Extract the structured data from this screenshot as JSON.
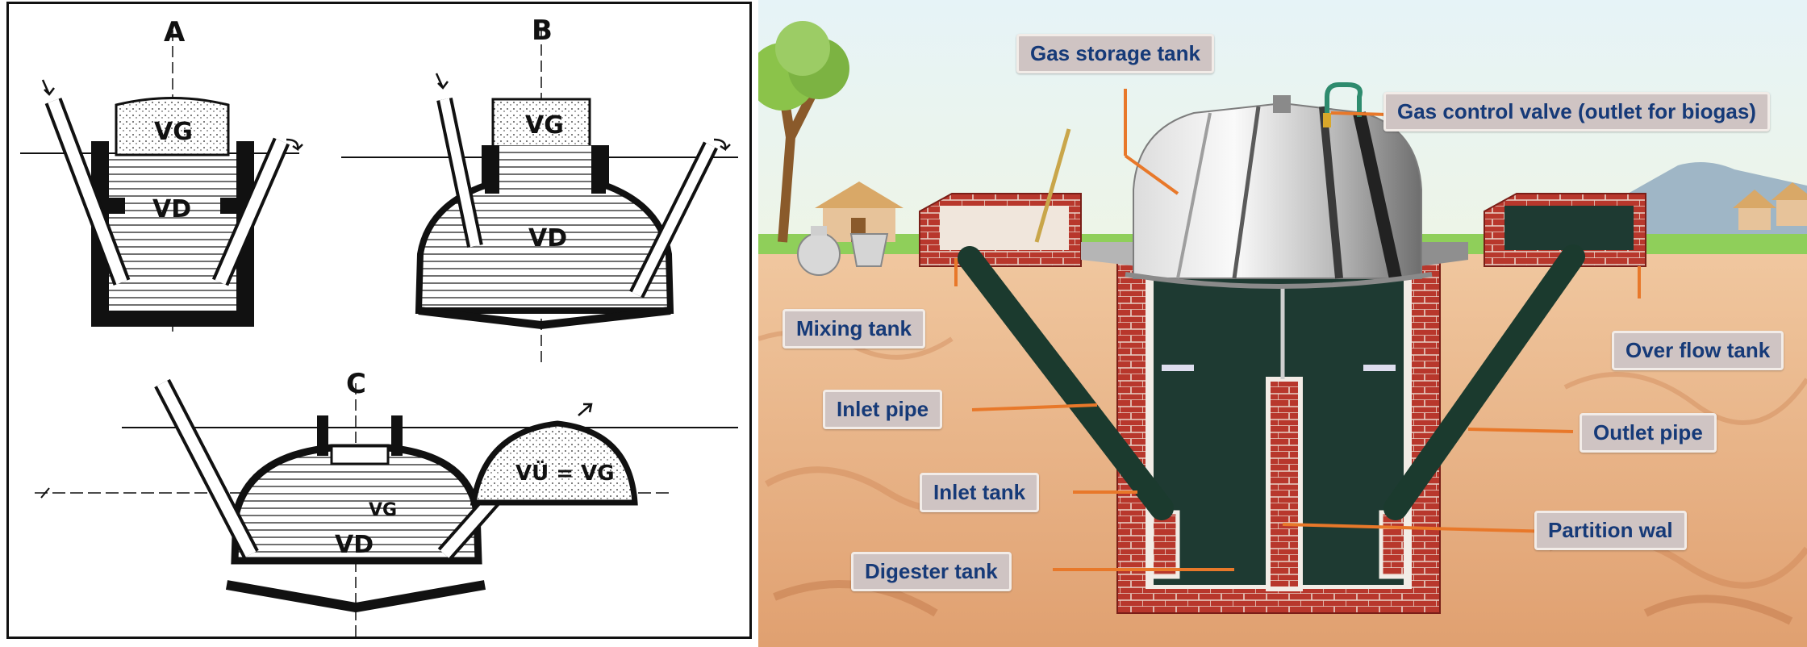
{
  "schematic": {
    "panel_a_letter": "A",
    "panel_b_letter": "B",
    "panel_c_letter": "C",
    "gas_volume": "VG",
    "digestate_volume": "VD",
    "displaced_equation": "VÜ = VG"
  },
  "illustration": {
    "labels": {
      "gas_storage_tank": "Gas storage tank",
      "gas_control_valve": "Gas control valve (outlet for biogas)",
      "mixing_tank": "Mixing tank",
      "over_flow_tank": "Over flow tank",
      "inlet_pipe": "Inlet pipe",
      "outlet_pipe": "Outlet pipe",
      "inlet_tank": "Inlet tank",
      "partition_wall": "Partition wal",
      "digester_tank": "Digester tank"
    },
    "colors": {
      "callout_bg": "#cfc4c3",
      "callout_text": "#163a78",
      "leader_line": "#e8782a",
      "soil": "#e9b58a",
      "sky": "#dff0f6",
      "grass": "#8fcf5a",
      "brick": "#b8372c",
      "digester_fill": "#1e3a32"
    }
  }
}
